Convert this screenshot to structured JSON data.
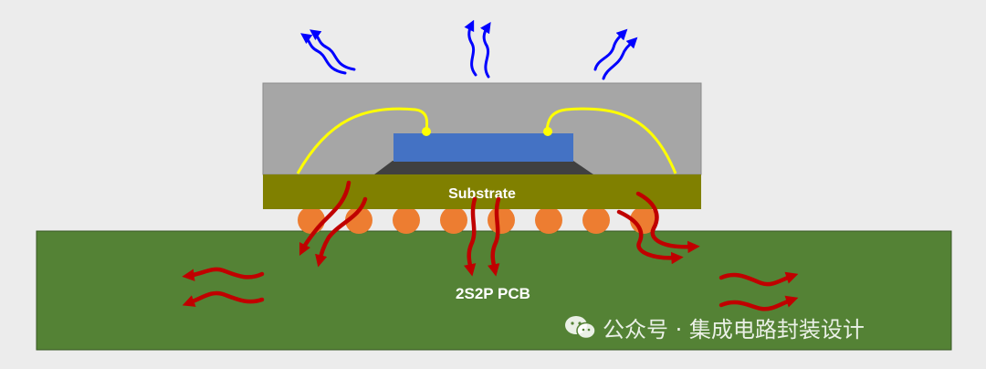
{
  "diagram": {
    "substrate_label": "Substrate",
    "pcb_label": "2S2P PCB"
  },
  "watermark": {
    "text": "公众号 · 集成电路封装设计",
    "icon": "wechat-icon"
  },
  "colors": {
    "background": "#ececec",
    "pcb": "#548235",
    "substrate": "#808000",
    "mold": "#a6a6a6",
    "die": "#4472c4",
    "die_attach": "#404040",
    "wire": "#ffff00",
    "solder_ball": "#ed7d31",
    "heat_up": "#0000ff",
    "heat_down": "#c00000"
  }
}
